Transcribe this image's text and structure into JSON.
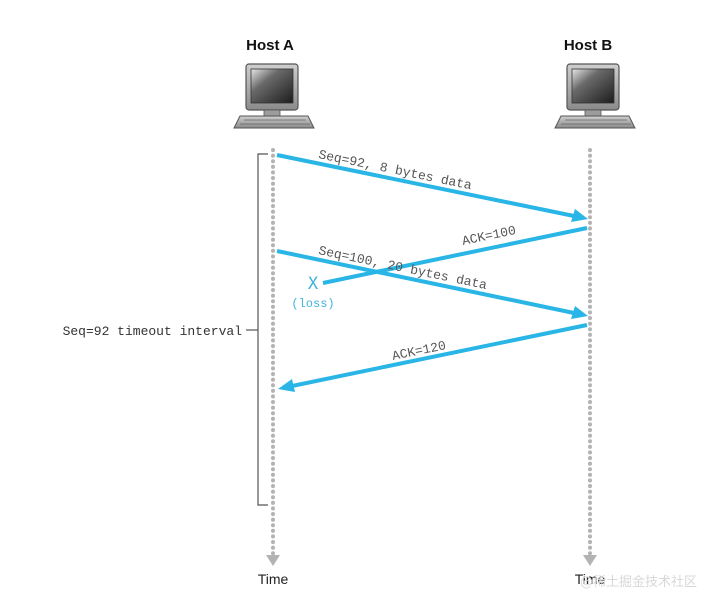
{
  "hosts": {
    "a": {
      "label": "Host A"
    },
    "b": {
      "label": "Host B"
    }
  },
  "timelines": {
    "a_time_label": "Time",
    "b_time_label": "Time"
  },
  "messages": {
    "seq92": "Seq=92, 8 bytes data",
    "ack100": "ACK=100",
    "seq100": "Seq=100, 20 bytes data",
    "ack120": "ACK=120"
  },
  "loss": {
    "marker": "X",
    "label": "(loss)"
  },
  "timeout": {
    "label": "Seq=92 timeout interval"
  },
  "watermark": "@稀土掘金技术社区",
  "colors": {
    "arrow": "#29b6e6",
    "timeline": "#b3b3b3",
    "bracket": "#555555"
  }
}
